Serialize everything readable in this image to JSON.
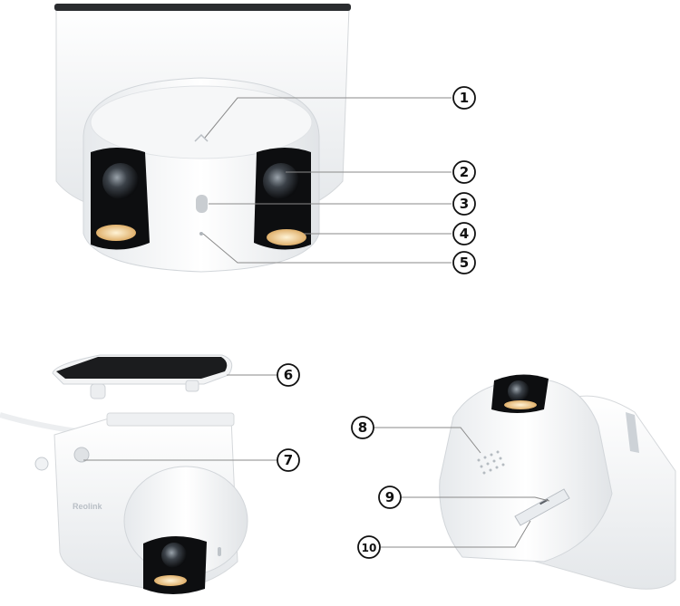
{
  "brand_text": "Reolink",
  "callouts": [
    "1",
    "2",
    "3",
    "4",
    "5",
    "6",
    "7",
    "8",
    "9",
    "10"
  ],
  "colors": {
    "housing": "#f2f3f4",
    "shadow": "#d9dcdf",
    "lens_black": "#111111",
    "led_warm": "#f2c27a",
    "lead_line": "#8a8a8a"
  }
}
